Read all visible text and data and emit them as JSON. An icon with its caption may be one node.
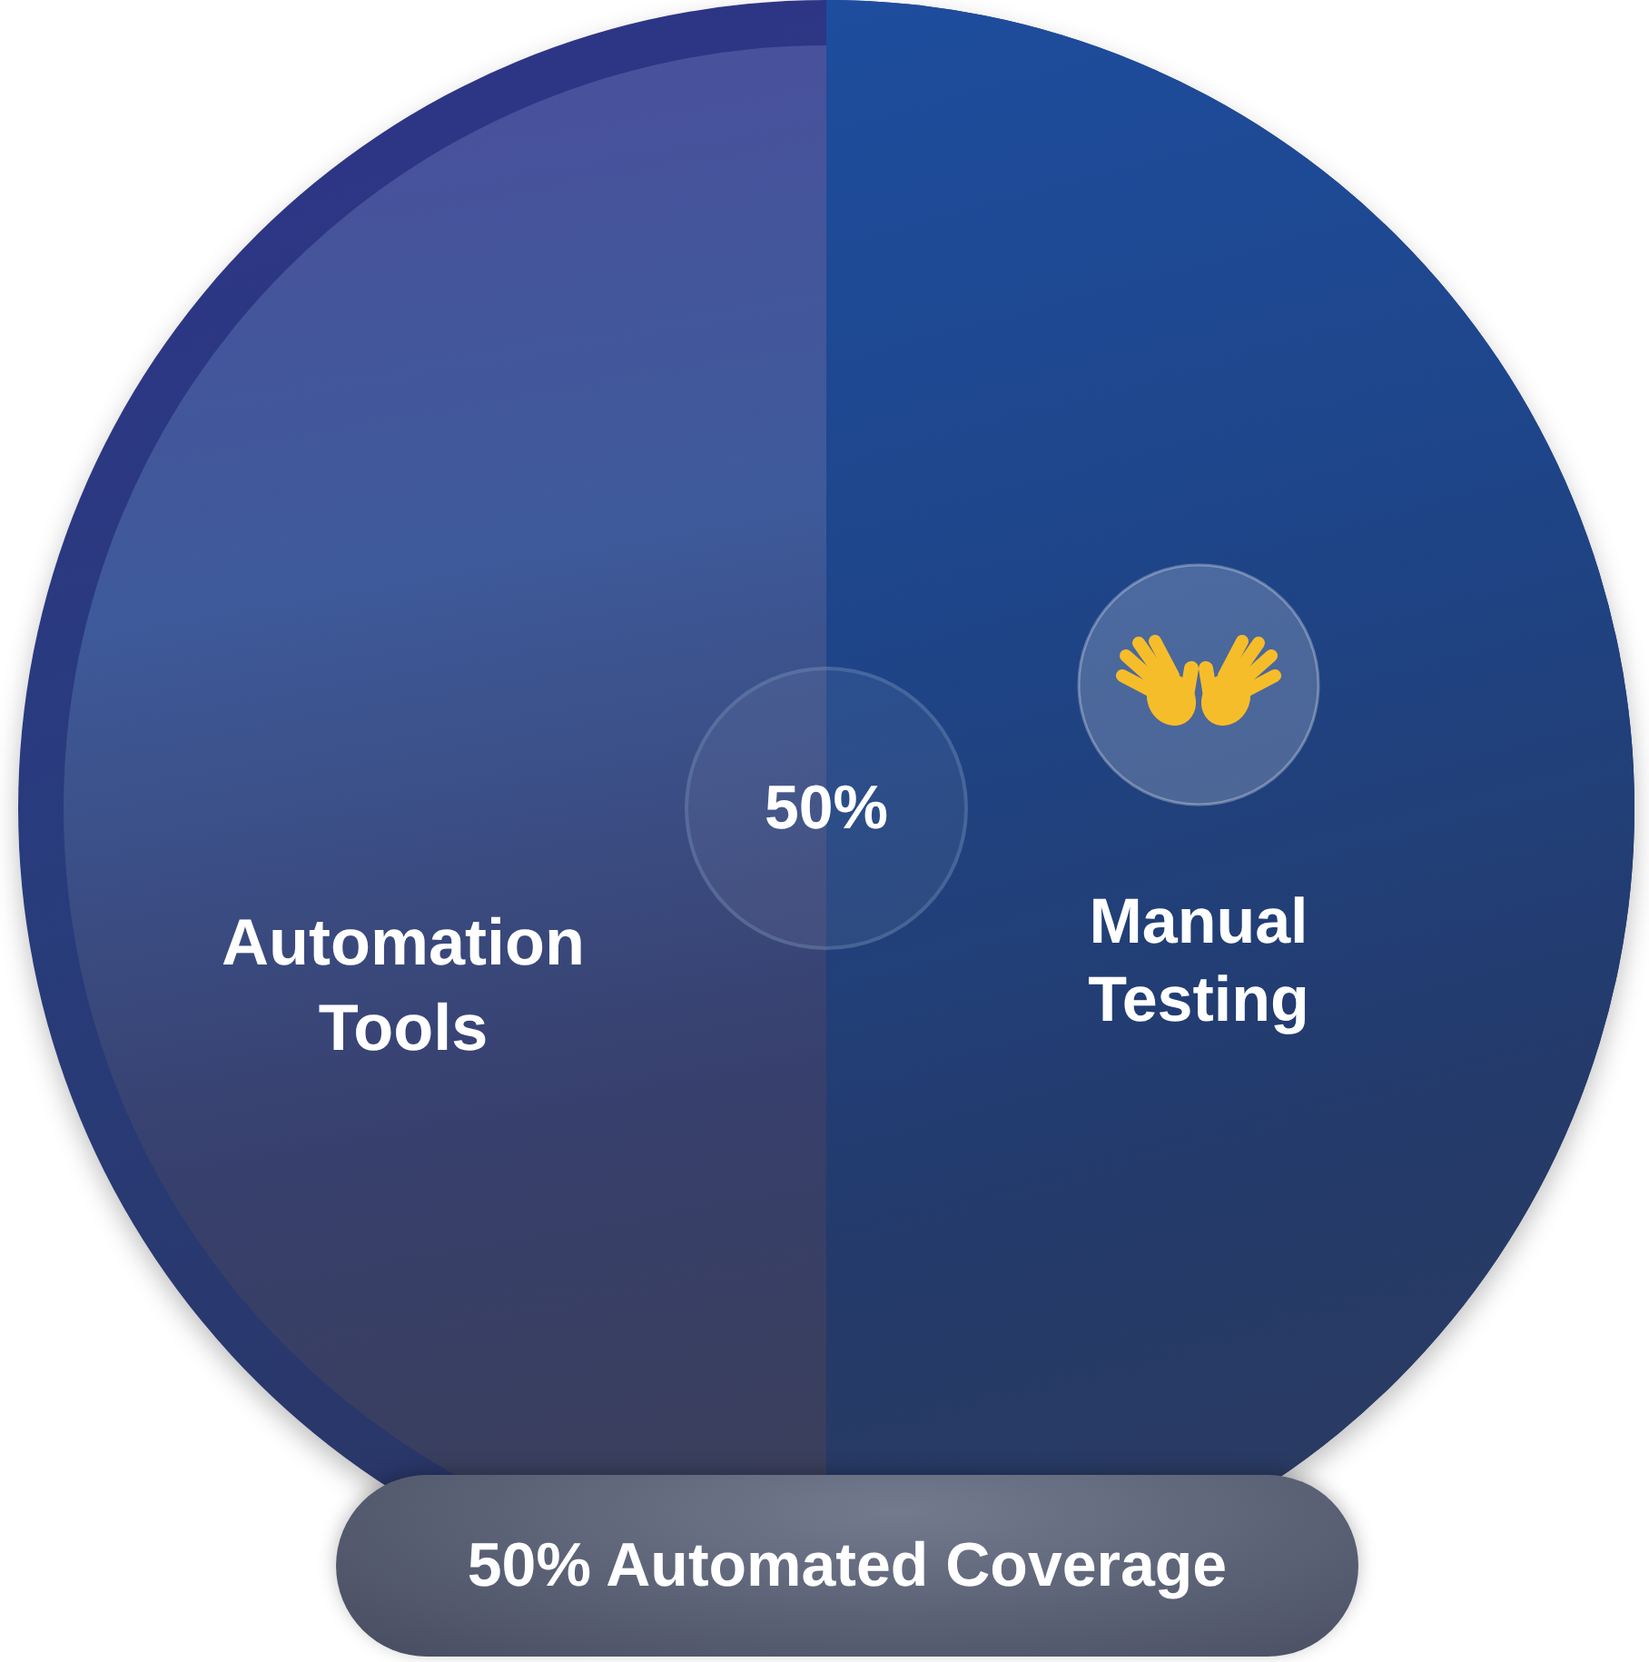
{
  "diagram": {
    "nodes": [
      {
        "text": [
          "Automation Tools"
        ]
      },
      {
        "text": [
          "Manual Testing"
        ]
      },
      {
        "text": [
          "50%"
        ]
      },
      {
        "text": [
          "50% Automated Coverage"
        ]
      }
    ]
  }
}
